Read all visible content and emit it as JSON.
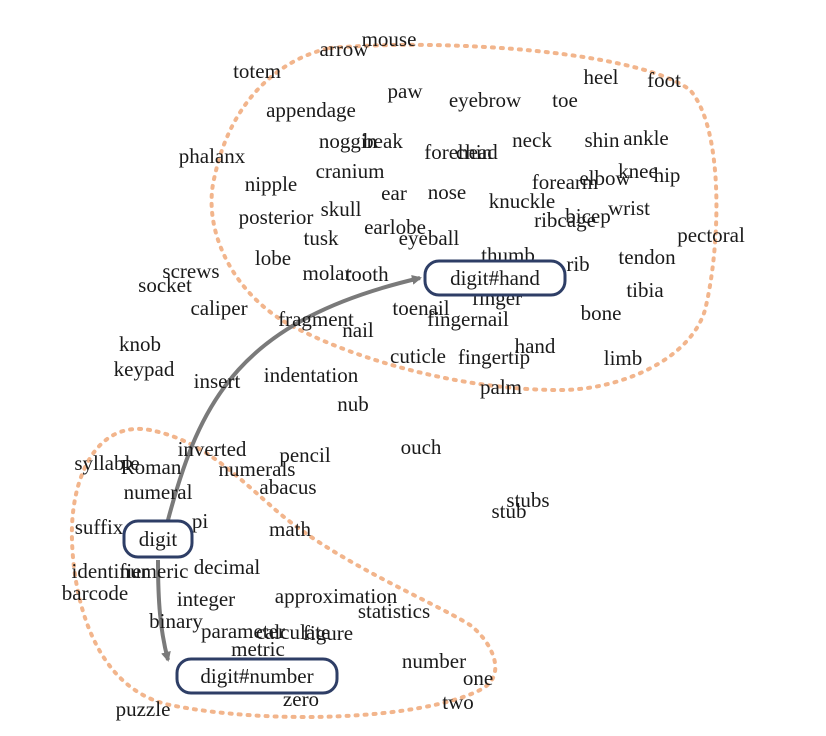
{
  "colors": {
    "background": "#ffffff",
    "text": "#1a1a1a",
    "cluster_outline": "#f2b58c",
    "node_border": "#2e3e66",
    "arrow": "#7a7a7a"
  },
  "nodes": {
    "source": "digit",
    "hand_sense": "digit#hand",
    "number_sense": "digit#number"
  },
  "words": [
    "arrow",
    "mouse",
    "totem",
    "paw",
    "heel",
    "foot",
    "appendage",
    "eyebrow",
    "toe",
    "phalanx",
    "noggin",
    "beak",
    "forehead",
    "chin",
    "neck",
    "shin",
    "ankle",
    "nipple",
    "cranium",
    "knee",
    "elbow",
    "hip",
    "forearm",
    "ear",
    "nose",
    "knuckle",
    "posterior",
    "skull",
    "ribcage",
    "bicep",
    "wrist",
    "pectoral",
    "earlobe",
    "eyeball",
    "tusk",
    "lobe",
    "thumb",
    "tendon",
    "screws",
    "socket",
    "molar",
    "tooth",
    "rib",
    "tibia",
    "caliper",
    "finger",
    "fragment",
    "toenail",
    "nail",
    "fingernail",
    "bone",
    "knob",
    "hand",
    "keypad",
    "cuticle",
    "fingertip",
    "limb",
    "insert",
    "indentation",
    "palm",
    "nub",
    "inverted",
    "pencil",
    "ouch",
    "syllable",
    "Roman",
    "numerals",
    "numeral",
    "abacus",
    "stubs",
    "stub",
    "suffix",
    "pi",
    "math",
    "identifier",
    "numeric",
    "decimal",
    "barcode",
    "integer",
    "approximation",
    "statistics",
    "binary",
    "parameter",
    "calculate",
    "figure",
    "metric",
    "number",
    "one",
    "zero",
    "two",
    "puzzle"
  ]
}
